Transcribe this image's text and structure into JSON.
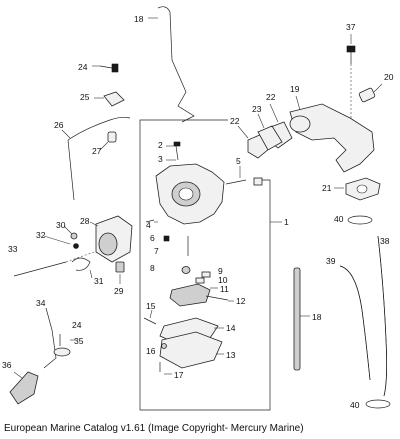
{
  "caption": "European Marine Catalog v1.61 (Image Copyright- Mercury Marine)",
  "callouts": [
    "1",
    "2",
    "3",
    "4",
    "5",
    "6",
    "7",
    "8",
    "9",
    "10",
    "11",
    "12",
    "13",
    "14",
    "15",
    "16",
    "17",
    "18",
    "18",
    "19",
    "20",
    "21",
    "22",
    "22",
    "23",
    "24",
    "24",
    "25",
    "26",
    "27",
    "28",
    "29",
    "30",
    "31",
    "32",
    "33",
    "34",
    "35",
    "36",
    "37",
    "38",
    "39",
    "40",
    "40"
  ]
}
